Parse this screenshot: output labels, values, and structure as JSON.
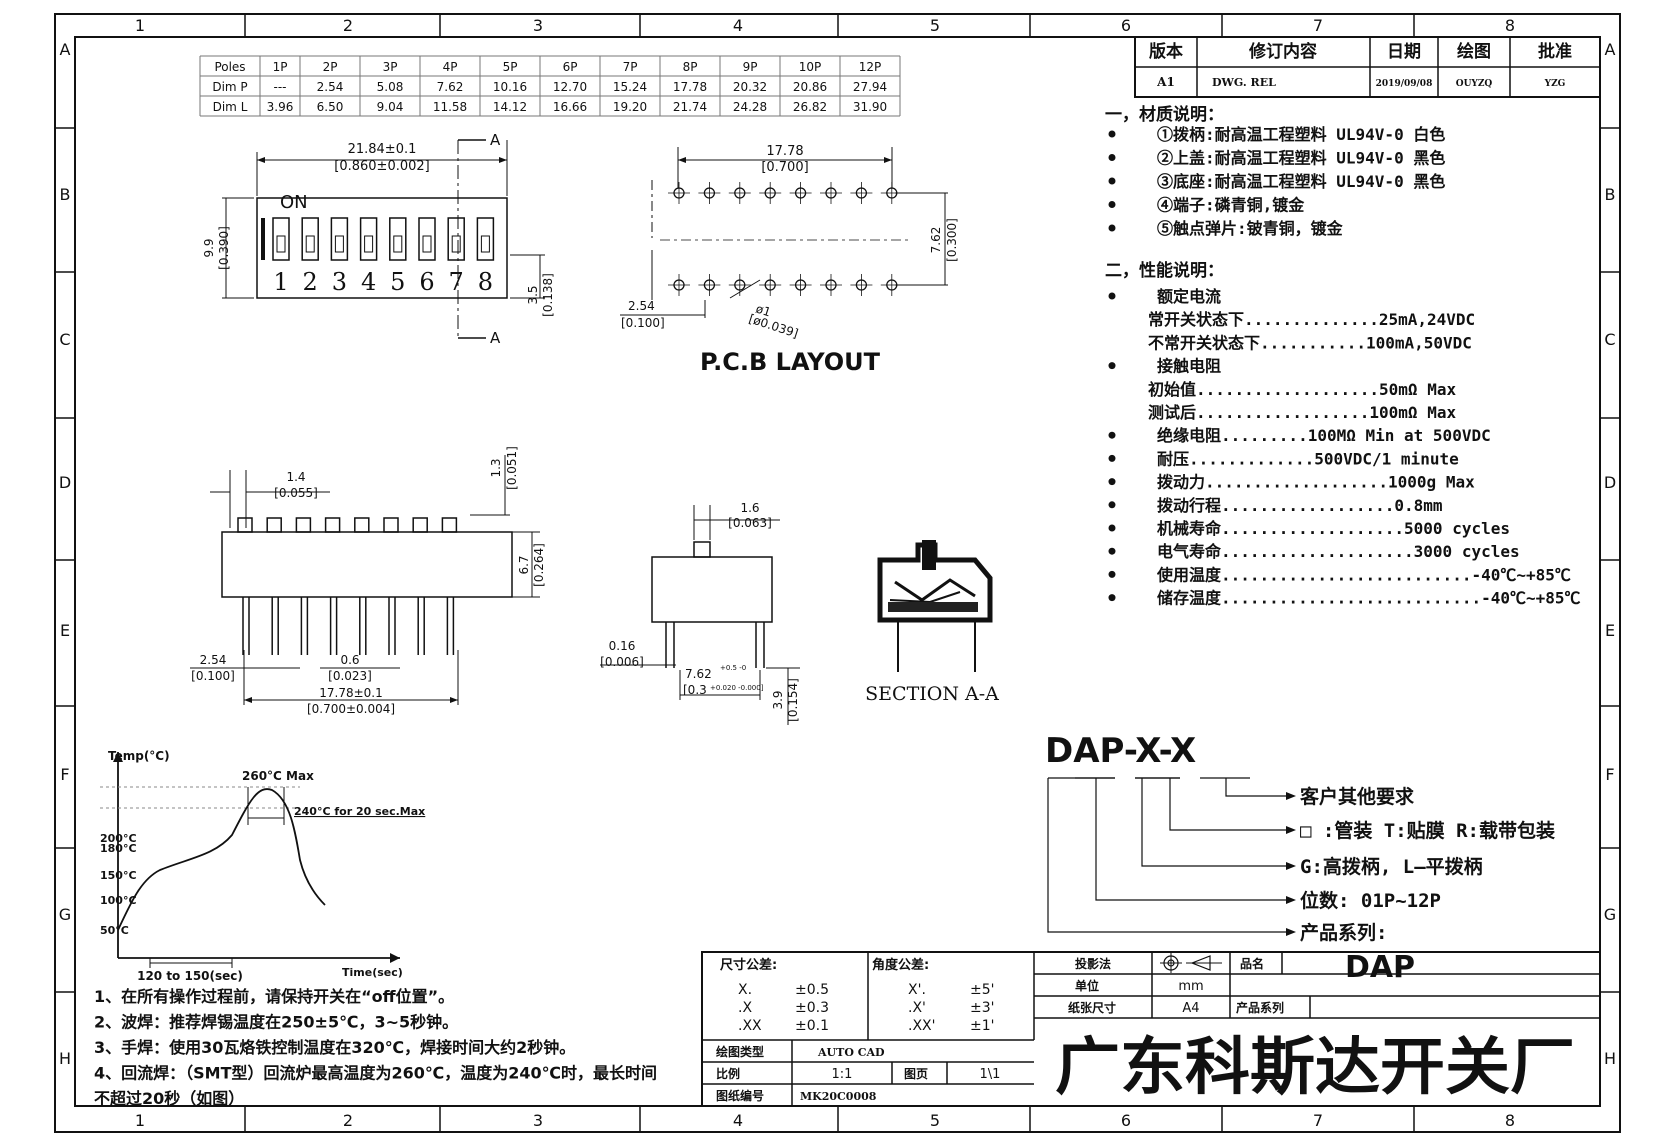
{
  "frame": {
    "columns": [
      "1",
      "2",
      "3",
      "4",
      "5",
      "6",
      "7",
      "8"
    ],
    "rows": [
      "A",
      "B",
      "C",
      "D",
      "E",
      "F",
      "G",
      "H"
    ]
  },
  "poles_table": {
    "rows": [
      [
        "Poles",
        "1P",
        "2P",
        "3P",
        "4P",
        "5P",
        "6P",
        "7P",
        "8P",
        "9P",
        "10P",
        "12P"
      ],
      [
        "Dim P",
        "---",
        "2.54",
        "5.08",
        "7.62",
        "10.16",
        "12.70",
        "15.24",
        "17.78",
        "20.32",
        "20.86",
        "27.94"
      ],
      [
        "Dim L",
        "3.96",
        "6.50",
        "9.04",
        "11.58",
        "14.12",
        "16.66",
        "19.20",
        "21.74",
        "24.28",
        "26.82",
        "31.90"
      ]
    ]
  },
  "revision": {
    "headers": [
      "版本",
      "修订内容",
      "日期",
      "绘图",
      "批准"
    ],
    "row": [
      "A1",
      "DWG. REL",
      "2019/09/08",
      "OUYZQ",
      "YZG"
    ]
  },
  "top_view": {
    "on_label": "ON",
    "numbers": [
      "1",
      "2",
      "3",
      "4",
      "5",
      "6",
      "7",
      "8"
    ],
    "dim_width": "21.84±0.1",
    "dim_width_in": "[0.860±0.002]",
    "dim_height": "9.9",
    "dim_height_in": "[0.390]",
    "dim_pitch_h": "3.5",
    "dim_pitch_h_in": "[0.138]",
    "section_mark": "A"
  },
  "pcb": {
    "title": "P.C.B  LAYOUT",
    "dim_span": "17.78",
    "dim_span_in": "[0.700]",
    "dim_row": "7.62",
    "dim_row_in": "[0.300]",
    "dim_pitch": "2.54",
    "dim_pitch_in": "[0.100]",
    "dim_hole": "ø1",
    "dim_hole_in": "[ø0.039]"
  },
  "side_view": {
    "dim_actuator": "1.4",
    "dim_actuator_in": "[0.055]",
    "dim_act_h": "1.3",
    "dim_act_h_in": "[0.051]",
    "dim_body": "6.7",
    "dim_body_in": "[0.264]",
    "dim_pitch": "2.54",
    "dim_pitch_in": "[0.100]",
    "dim_pin": "0.6",
    "dim_pin_in": "[0.023]",
    "dim_total": "17.78±0.1",
    "dim_total_in": "[0.700±0.004]"
  },
  "end_view": {
    "dim_act": "1.6",
    "dim_act_in": "[0.063]",
    "dim_thk": "0.16",
    "dim_thk_in": "[0.006]",
    "dim_row": "7.62",
    "dim_row_tol": "+0.5 -0",
    "dim_row_in": "[0.3",
    "dim_row_in_tol": "+0.020 -0.000]",
    "dim_pin": "3.9",
    "dim_pin_in": "[0.154]"
  },
  "section": {
    "label": "SECTION  A-A"
  },
  "materials": {
    "title": "一，材质说明：",
    "items": [
      "①拨柄:耐高温工程塑料 UL94V-0 白色",
      "②上盖:耐高温工程塑料 UL94V-0 黑色",
      "③底座:耐高温工程塑料 UL94V-0 黑色",
      "④端子:磷青铜,镀金",
      "⑤触点弹片:铍青铜，镀金"
    ]
  },
  "performance": {
    "title": "二，性能说明：",
    "lines": [
      "额定电流",
      "常开关状态下..............25mA,24VDC",
      "不常开关状态下...........100mA,50VDC",
      "接触电阻",
      "初始值...................50mΩ  Max",
      "测试后..................100mΩ  Max",
      "绝缘电阻.........100MΩ  Min at 500VDC",
      "耐压.............500VDC/1 minute",
      "拨动力...................1000g Max",
      "拨动行程..................0.8mm",
      "机械寿命...................5000 cycles",
      "电气寿命....................3000 cycles",
      "使用温度..........................-40℃~+85℃",
      "储存温度...........................-40℃~+85℃"
    ]
  },
  "part_code": {
    "code": "DAP-X-X",
    "labels": [
      "客户其他要求",
      "□ :管装  T:贴膜   R:载带包装",
      "G:高拨柄, L—平拨柄",
      "位数: 01P~12P",
      "产品系列:"
    ]
  },
  "solder_chart": {
    "y_axis": "Temp(°C)",
    "x_axis": "Time(sec)",
    "peak": "260°C Max",
    "hold": "240°C for 20 sec.Max",
    "ticks": [
      "200°C",
      "180°C",
      "150°C",
      "100°C",
      "50°C"
    ],
    "duration": "120 to 150(sec)"
  },
  "notes": [
    "1、在所有操作过程前，请保持开关在“off位置”。",
    "2、波焊：推荐焊锡温度在250±5℃，3~5秒钟。",
    "3、手焊：使用30瓦烙铁控制温度在320℃，焊接时间大约2秒钟。",
    "4、回流焊：（SMT型）回流炉最高温度为260℃，温度为240℃时，最长时间",
    "不超过20秒（如图）"
  ],
  "title_block": {
    "dim_tol_title": "尺寸公差:",
    "dim_tol": [
      [
        "X.",
        "±0.5"
      ],
      [
        ".X",
        "±0.3"
      ],
      [
        ".XX",
        "±0.1"
      ]
    ],
    "ang_tol_title": "角度公差:",
    "ang_tol": [
      [
        "X'.",
        "±5'"
      ],
      [
        ".X'",
        "±3'"
      ],
      [
        ".XX'",
        "±1'"
      ]
    ],
    "projection_label": "投影法",
    "unit_label": "单位",
    "unit_value": "mm",
    "paper_label": "纸张尺寸",
    "paper_value": "A4",
    "product_name_label": "品名",
    "product_name": "DAP",
    "series_label": "产品系列",
    "drawing_type_label": "绘图类型",
    "drawing_type": "AUTO CAD",
    "scale_label": "比例",
    "scale_value": "1:1",
    "sheet_label": "图页",
    "sheet_value": "1\\1",
    "drawing_no_label": "图纸编号",
    "drawing_no": "MK20C0008",
    "company": "广东科斯达开关厂"
  }
}
